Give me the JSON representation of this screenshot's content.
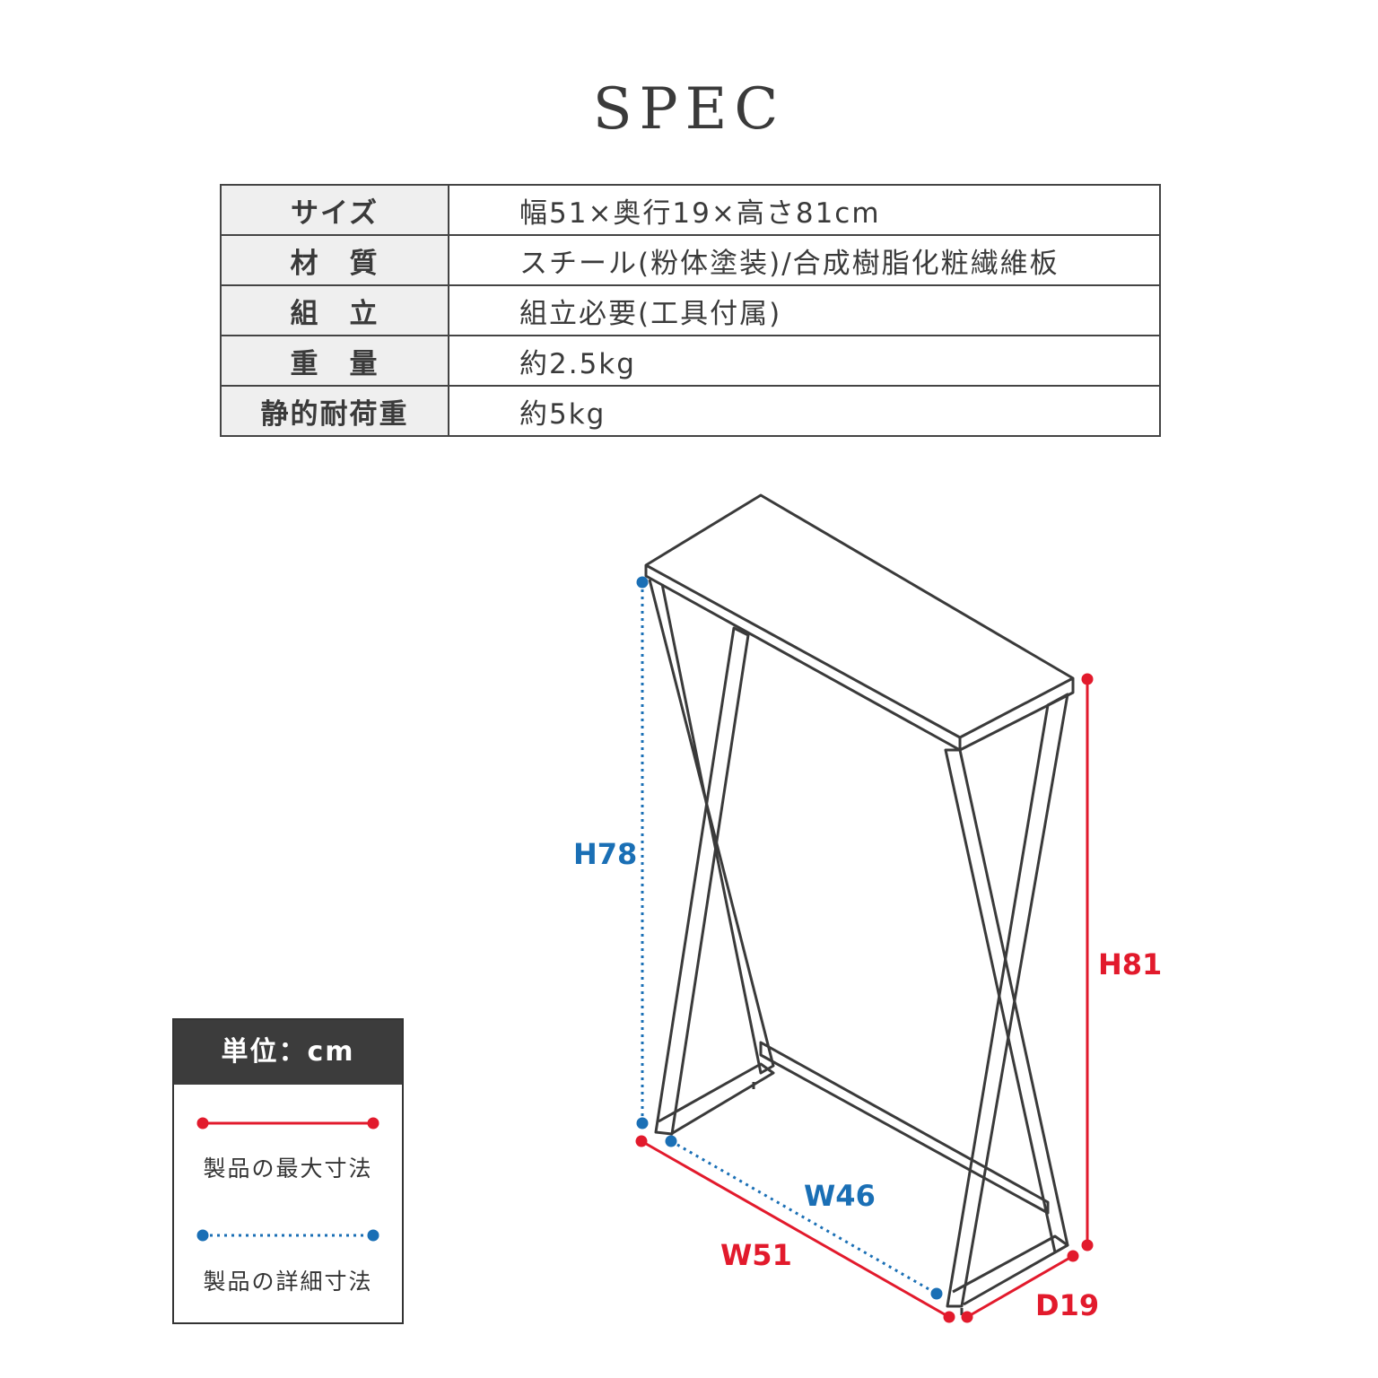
{
  "title": "SPEC",
  "spec_rows": [
    {
      "key": "サイズ",
      "value": "幅51×奥行19×高さ81cm"
    },
    {
      "key": "材　質",
      "value": "スチール(粉体塗装)/合成樹脂化粧繊維板"
    },
    {
      "key": "組　立",
      "value": "組立必要(工具付属)"
    },
    {
      "key": "重　量",
      "value": "約2.5kg"
    },
    {
      "key": "静的耐荷重",
      "value": "約5kg"
    }
  ],
  "legend": {
    "header": "単位：cm",
    "max_label": "製品の最大寸法",
    "detail_label": "製品の詳細寸法"
  },
  "dimensions": {
    "h_detail": "H78",
    "h_max": "H81",
    "w_detail": "W46",
    "w_max": "W51",
    "d_max": "D19"
  },
  "colors": {
    "max": "#e21a2c",
    "detail": "#1a6fb5",
    "frame": "#3a3a3a"
  }
}
